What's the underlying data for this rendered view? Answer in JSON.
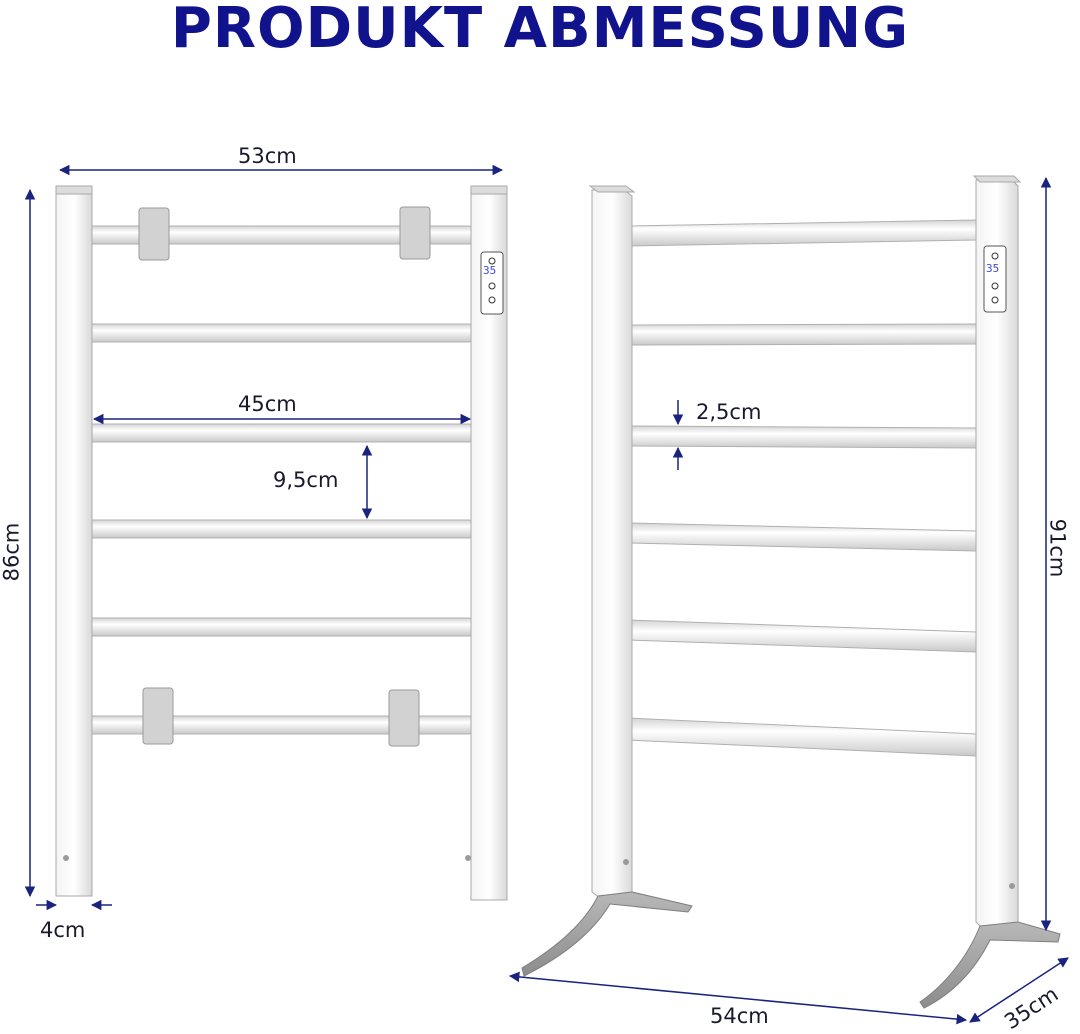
{
  "title": "PRODUKT ABMESSUNG",
  "colors": {
    "title": "#10138c",
    "dimension_line": "#1a237e",
    "frame": "#e6e6e6",
    "frame_edge": "#a9a9a9",
    "foot": "#9b9b9b",
    "panel": "#ffffff",
    "panel_accent": "#3a4bd6"
  },
  "left_view": {
    "width_label": "53cm",
    "height_label": "86cm",
    "bar_length_label": "45cm",
    "bar_spacing_label": "9,5cm",
    "post_width_label": "4cm",
    "panel_display": "35"
  },
  "right_view": {
    "height_label": "91cm",
    "bar_diameter_label": "2,5cm",
    "foot_width_label": "54cm",
    "foot_depth_label": "35cm",
    "panel_display": "35"
  },
  "icons": [
    "power-icon",
    "temperature-display-icon",
    "timer-icon",
    "heat-level-icon"
  ]
}
